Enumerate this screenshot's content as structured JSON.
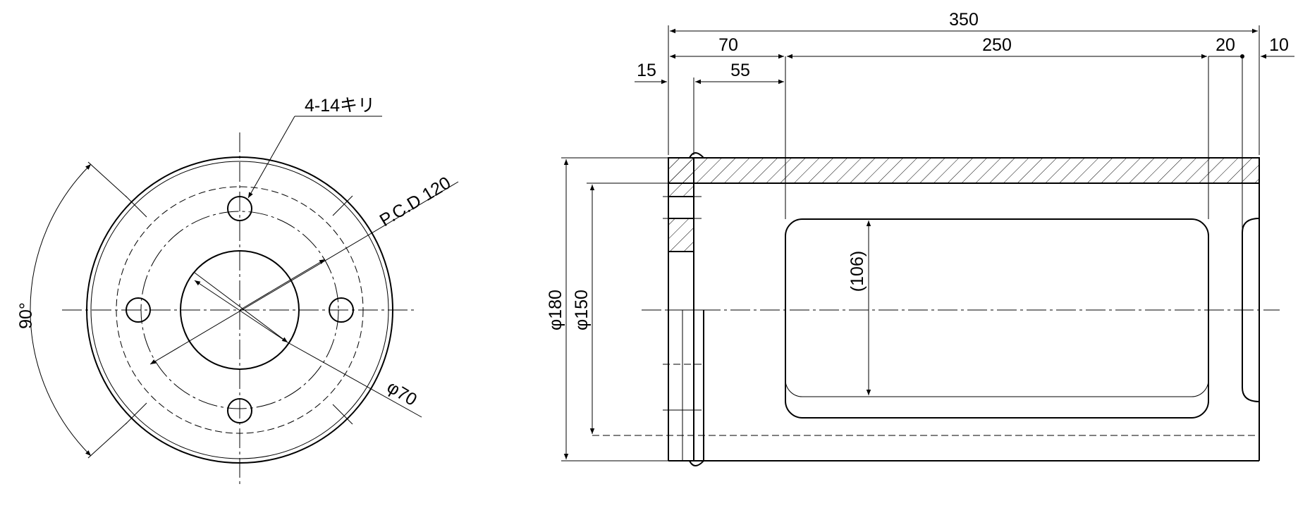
{
  "front_view": {
    "hole_note": "4-14キリ",
    "pcd_label": "P.C.D 120",
    "bore_label": "φ70",
    "angle_label": "90°"
  },
  "side_view": {
    "dim_overall": "350",
    "dim_70": "70",
    "dim_250": "250",
    "dim_20": "20",
    "dim_10": "10",
    "dim_15": "15",
    "dim_55": "55",
    "dia_outer": "φ180",
    "dia_inner": "φ150",
    "window_height": "(106)"
  },
  "colors": {
    "line": "#000000",
    "background": "#ffffff"
  }
}
